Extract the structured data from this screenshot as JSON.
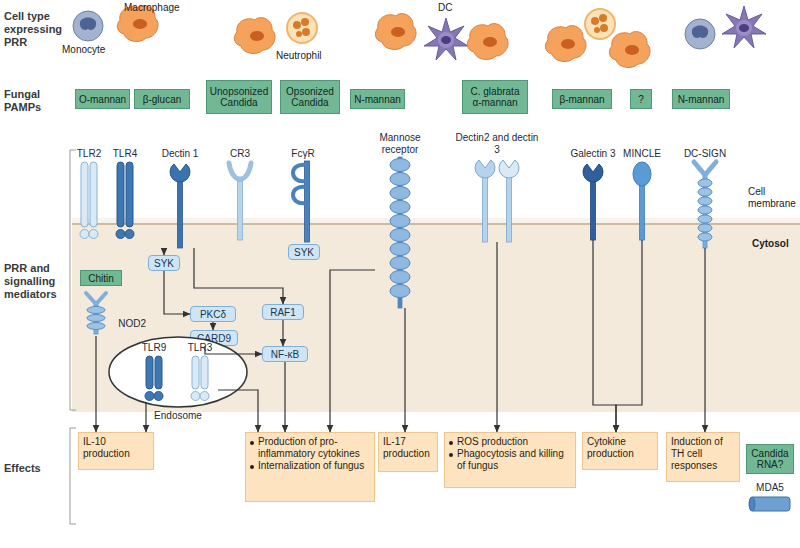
{
  "diagram": {
    "nodes": [
      {
        "text": [
          "O-mannan"
        ]
      },
      {
        "text": [
          "β-glucan"
        ]
      },
      {
        "text": [
          "Unopsonized Candida"
        ]
      },
      {
        "text": [
          "Opsonized Candida"
        ]
      },
      {
        "text": [
          "N-mannan"
        ]
      },
      {
        "text": [
          "C. glabrata α-mannan"
        ]
      },
      {
        "text": [
          "β-mannan"
        ]
      },
      {
        "text": [
          "?"
        ]
      },
      {
        "text": [
          "N-mannan"
        ]
      },
      {
        "text": [
          "TLR2"
        ]
      },
      {
        "text": [
          "TLR4"
        ]
      },
      {
        "text": [
          "Dectin 1"
        ]
      },
      {
        "text": [
          "CR3"
        ]
      },
      {
        "text": [
          "FcγR"
        ]
      },
      {
        "text": [
          "Mannose receptor"
        ]
      },
      {
        "text": [
          "Dectin2 and dectin 3"
        ]
      },
      {
        "text": [
          "Galectin 3"
        ]
      },
      {
        "text": [
          "MINCLE"
        ]
      },
      {
        "text": [
          "DC-SIGN"
        ]
      },
      {
        "text": [
          "SYK"
        ]
      },
      {
        "text": [
          "SYK"
        ]
      },
      {
        "text": [
          "PKCδ"
        ]
      },
      {
        "text": [
          "CARD9"
        ]
      },
      {
        "text": [
          "RAF1"
        ]
      },
      {
        "text": [
          "NF-κB"
        ]
      },
      {
        "text": [
          "Chitin"
        ]
      },
      {
        "text": [
          "NOD2"
        ]
      },
      {
        "text": [
          "Endosome"
        ]
      },
      {
        "text": [
          "TLR9"
        ],
        "in": 27
      },
      {
        "text": [
          "TLR3"
        ],
        "in": 27
      },
      {
        "text": [
          "IL-10 production"
        ]
      },
      {
        "text": [
          "Production of pro-inflammatory cytokines",
          "Internalization of fungus"
        ]
      },
      {
        "text": [
          "IL-17 production"
        ]
      },
      {
        "text": [
          "ROS production",
          "Phagocytosis and killing of fungus"
        ]
      },
      {
        "text": [
          "Cytokine production"
        ]
      },
      {
        "text": [
          "Induction of TH cell responses"
        ]
      },
      {
        "text": [
          "Candida RNA?"
        ]
      },
      {
        "text": [
          "MDA5"
        ]
      }
    ],
    "edges": [
      {
        "from": 11,
        "to": 19,
        "arrow": "to"
      },
      {
        "from": 19,
        "to": 21,
        "arrow": "to"
      },
      {
        "from": 21,
        "to": 22,
        "arrow": "to"
      },
      {
        "from": 22,
        "to": 24,
        "arrow": "to"
      },
      {
        "from": 11,
        "to": 23,
        "arrow": "to"
      },
      {
        "from": 23,
        "to": 24,
        "arrow": "to"
      },
      {
        "from": 24,
        "to": 31,
        "arrow": "to"
      },
      {
        "from": 29,
        "to": 31,
        "arrow": "to"
      },
      {
        "from": 14,
        "to": 31,
        "arrow": "to"
      },
      {
        "from": 14,
        "to": 32,
        "arrow": "to"
      },
      {
        "from": 15,
        "to": 33,
        "arrow": "to"
      },
      {
        "from": 16,
        "to": 34,
        "arrow": "to"
      },
      {
        "from": 17,
        "to": 34,
        "arrow": "to"
      },
      {
        "from": 18,
        "to": 35,
        "arrow": "to"
      },
      {
        "from": 26,
        "to": 30,
        "arrow": "to"
      },
      {
        "from": 28,
        "to": 30,
        "arrow": "to"
      }
    ],
    "labels": [
      "Cell type expressing PRR",
      "Fungal PAMPs",
      "PRR and signalling mediators",
      "Effects",
      "Cell membrane",
      "Cytosol",
      "Monocyte",
      "Macrophage",
      "Neutrophil",
      "DC"
    ]
  }
}
